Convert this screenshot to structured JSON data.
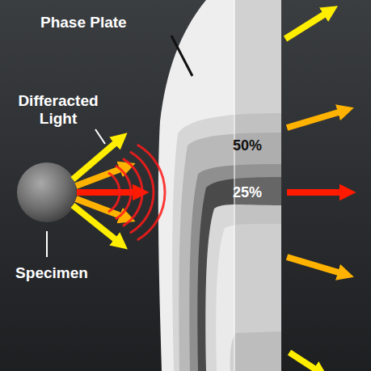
{
  "diagram": {
    "nodes": [
      {
        "text": [
          "50%"
        ]
      },
      {
        "text": [
          "25%"
        ]
      }
    ],
    "labels": [
      "Phase Plate",
      "Differacted Light",
      "Specimen"
    ]
  }
}
